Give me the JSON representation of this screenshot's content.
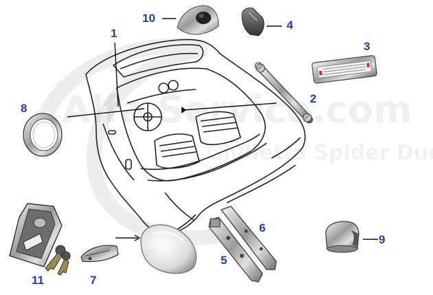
{
  "watermark": {
    "line1": "Alfa Service.com",
    "line2": "Giulietta Spider Duetto"
  },
  "callouts": [
    {
      "id": "1",
      "label": "1"
    },
    {
      "id": "2",
      "label": "2"
    },
    {
      "id": "3",
      "label": "3"
    },
    {
      "id": "4",
      "label": "4"
    },
    {
      "id": "5",
      "label": "5"
    },
    {
      "id": "6",
      "label": "6"
    },
    {
      "id": "7",
      "label": "7"
    },
    {
      "id": "8",
      "label": "8"
    },
    {
      "id": "9",
      "label": "9"
    },
    {
      "id": "10",
      "label": "10"
    },
    {
      "id": "11",
      "label": "11"
    }
  ],
  "colors": {
    "callout": "#1f3fb0",
    "line": "#111111",
    "chrome": "#b8b8b8"
  }
}
